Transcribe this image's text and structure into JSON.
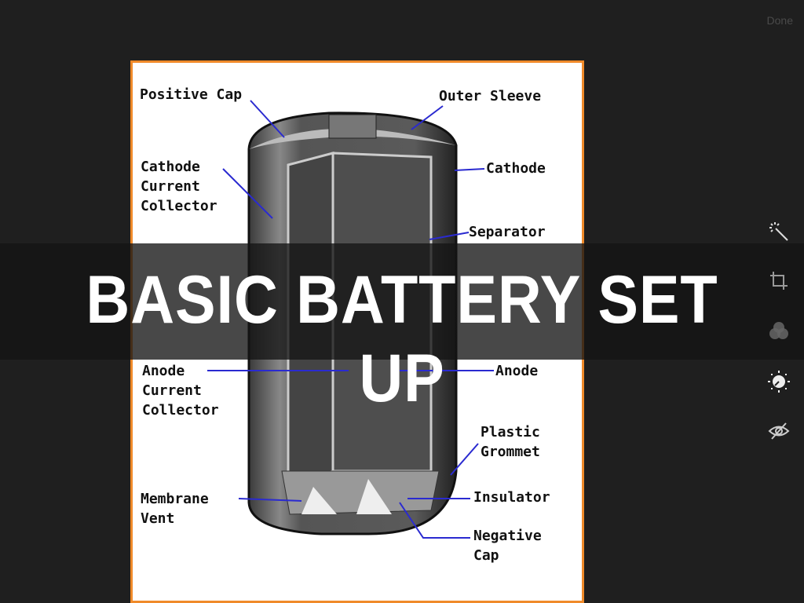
{
  "toolbar": {
    "done_label": "Done"
  },
  "tools": [
    {
      "name": "auto-enhance",
      "icon": "magic-wand-icon"
    },
    {
      "name": "crop",
      "icon": "crop-icon"
    },
    {
      "name": "filters",
      "icon": "filters-icon"
    },
    {
      "name": "adjust",
      "icon": "adjust-dial-icon"
    },
    {
      "name": "hide",
      "icon": "eye-slash-icon"
    }
  ],
  "slide": {
    "title": "BASIC BATTERY SET UP"
  },
  "diagram": {
    "labels": {
      "positive_cap": "Positive Cap",
      "outer_sleeve": "Outer Sleeve",
      "cathode_current_collector": "Cathode\nCurrent\nCollector",
      "cathode": "Cathode",
      "separator": "Separator",
      "anode": "Anode",
      "anode_current_collector": "Anode\nCurrent\nCollector",
      "plastic_grommet": "Plastic\nGrommet",
      "membrane_vent": "Membrane\nVent",
      "insulator": "Insulator",
      "negative_cap": "Negative\nCap"
    },
    "colors": {
      "border": "#f08a2a",
      "leader": "#2a2ad0"
    }
  }
}
